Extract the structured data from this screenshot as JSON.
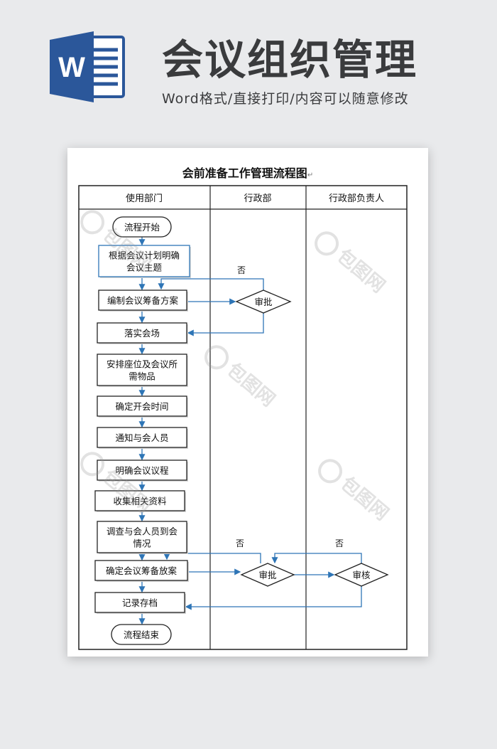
{
  "header": {
    "icon_letter": "W",
    "title": "会议组织管理",
    "subtitle": "Word格式/直接打印/内容可以随意修改"
  },
  "document": {
    "title": "会前准备工作管理流程图",
    "columns": [
      "使用部门",
      "行政部",
      "行政部负责人"
    ],
    "steps": [
      {
        "id": "start",
        "lines": [
          "流程开始"
        ]
      },
      {
        "id": "theme",
        "lines": [
          "根据会议计划明确",
          "会议主题"
        ]
      },
      {
        "id": "plan",
        "lines": [
          "编制会议筹备方案"
        ]
      },
      {
        "id": "venue",
        "lines": [
          "落实会场"
        ]
      },
      {
        "id": "seating",
        "lines": [
          "安排座位及会议所",
          "需物品"
        ]
      },
      {
        "id": "time",
        "lines": [
          "确定开会时间"
        ]
      },
      {
        "id": "notify",
        "lines": [
          "通知与会人员"
        ]
      },
      {
        "id": "agenda",
        "lines": [
          "明确会议议程"
        ]
      },
      {
        "id": "collect",
        "lines": [
          "收集相关资料"
        ]
      },
      {
        "id": "attend",
        "lines": [
          "调查与会人员到会",
          "情况"
        ]
      },
      {
        "id": "final",
        "lines": [
          "确定会议筹备放案"
        ]
      },
      {
        "id": "archive",
        "lines": [
          "记录存档"
        ]
      },
      {
        "id": "end",
        "lines": [
          "流程结束"
        ]
      }
    ],
    "decisions": [
      {
        "id": "approve1",
        "label": "审批"
      },
      {
        "id": "approve2",
        "label": "审批"
      },
      {
        "id": "review",
        "label": "审核"
      }
    ],
    "no_label": "否",
    "watermark_text": "包图网",
    "colors": {
      "arrow": "#2e75b6",
      "box_border": "#222222",
      "highlight_border": "#2e75b6",
      "word_blue": "#2b579a"
    }
  }
}
